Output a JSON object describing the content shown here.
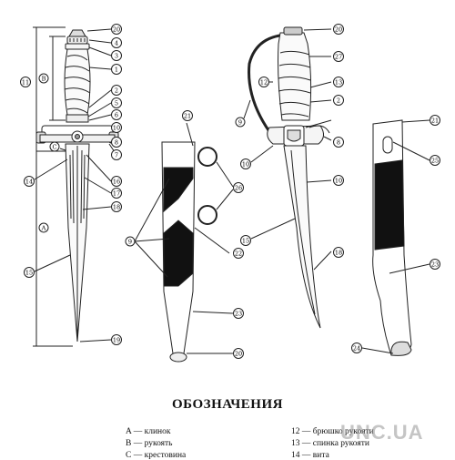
{
  "heading": "ОБОЗНАЧЕНИЯ",
  "watermark": "UNC.UA",
  "legend": [
    {
      "key": "A",
      "text": "A — клинок"
    },
    {
      "key": "B",
      "text": "B — рукоять"
    },
    {
      "key": "C",
      "text": "C — крестовина"
    },
    {
      "key": "12",
      "text": "12 — брюшко рукояти"
    },
    {
      "key": "13",
      "text": "13 — спинка рукояти"
    },
    {
      "key": "14",
      "text": "14 — вита"
    }
  ],
  "callouts": {
    "20": "20",
    "4": "4",
    "3": "3",
    "1": "1",
    "2": "2",
    "5": "5",
    "6": "6",
    "10": "10",
    "8": "8",
    "7": "7",
    "16": "16",
    "17": "17",
    "18": "18",
    "14": "14",
    "15": "15",
    "19": "19",
    "21": "21",
    "26": "26",
    "9": "9",
    "22": "22",
    "23": "23",
    "27": "27",
    "12": "12",
    "13": "13",
    "11": "11",
    "25": "25",
    "24": "24",
    "b": "B",
    "a": "A",
    "c": "C"
  }
}
